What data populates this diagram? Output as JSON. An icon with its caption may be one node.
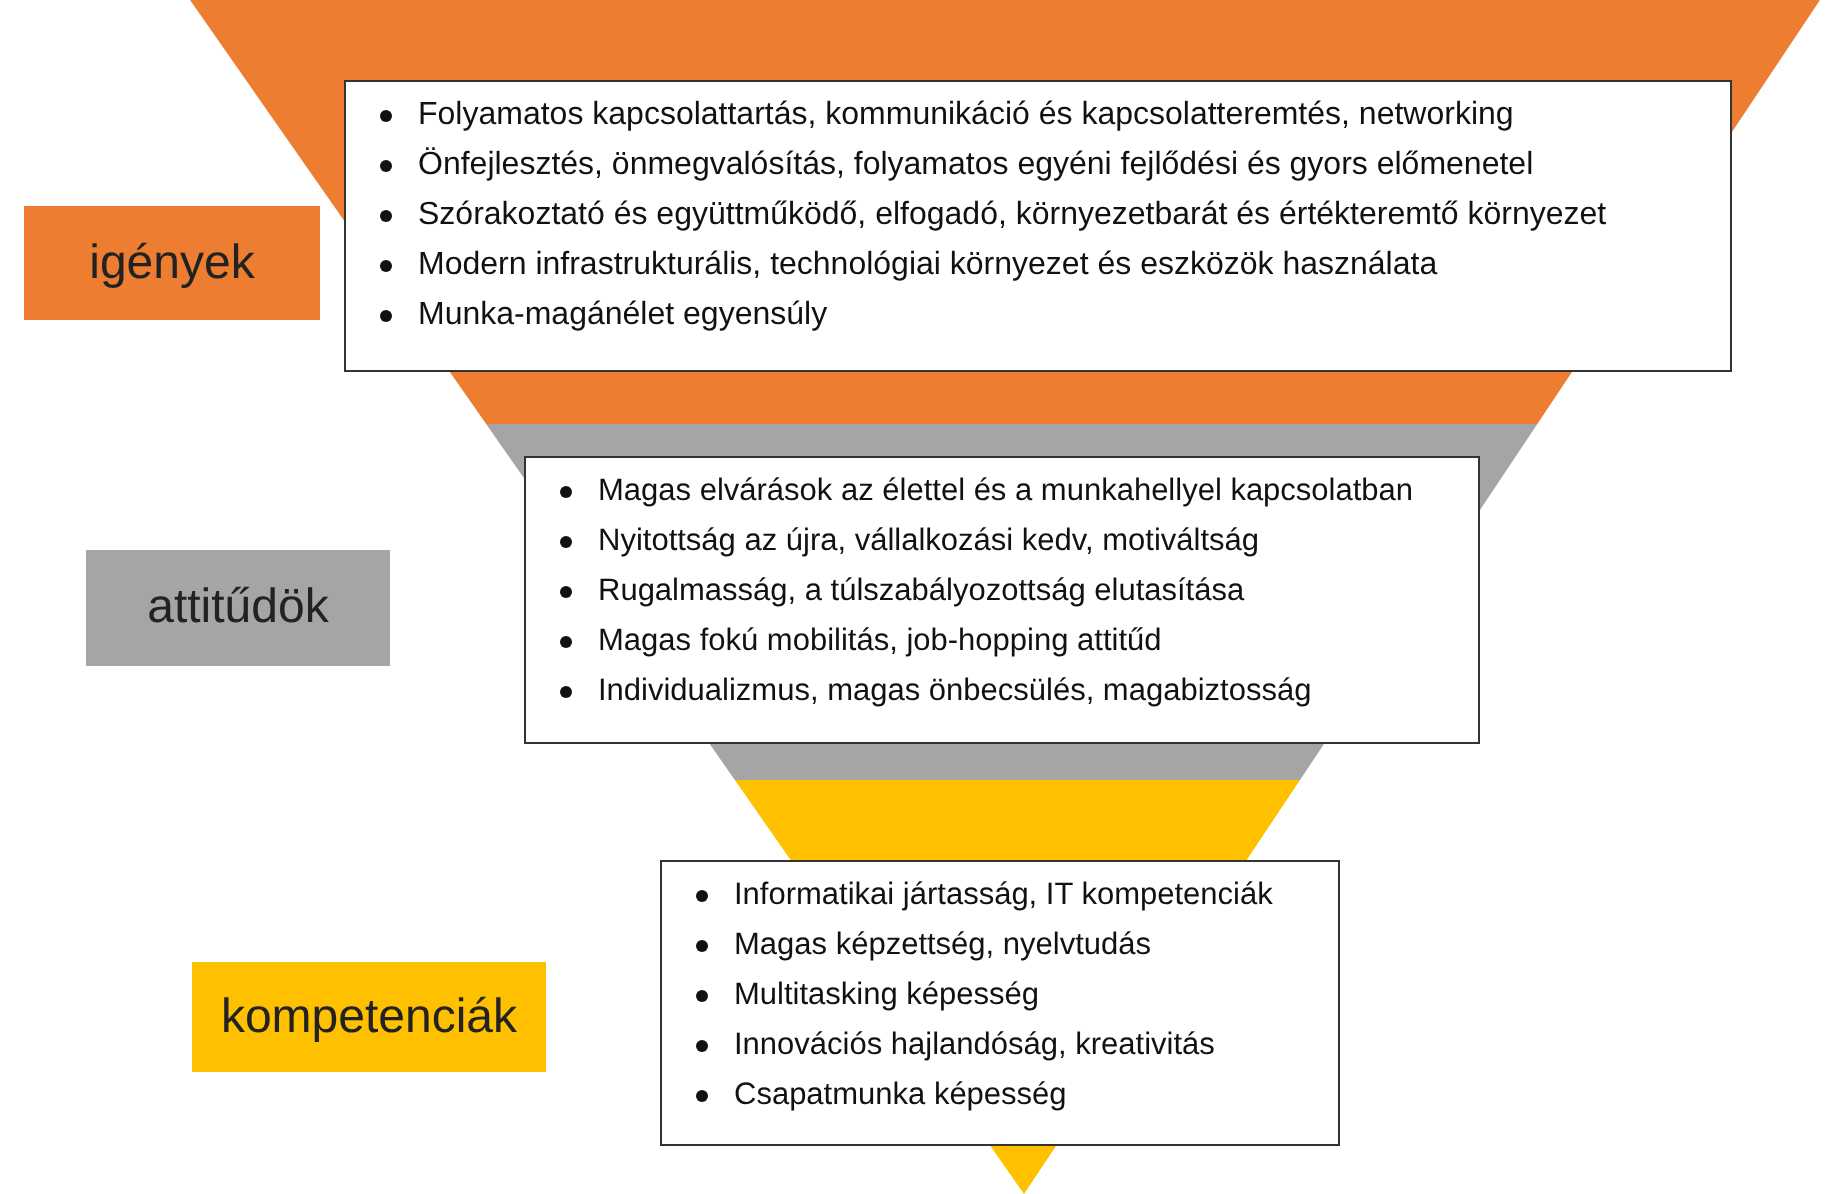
{
  "diagram": {
    "nodes": [
      {
        "text": [
          "igények"
        ]
      },
      {
        "text": [
          "Folyamatos kapcsolattartás, kommunikáció és kapcsolatteremtés, networking",
          "Önfejlesztés, önmegvalósítás, folyamatos egyéni fejlődési és gyors előmenetel",
          "Szórakoztató és együttműködő, elfogadó, környezetbarát és értékteremtő környezet",
          "Modern infrastrukturális, technológiai környezet és eszközök használata",
          "Munka-magánélet egyensúly"
        ]
      },
      {
        "text": [
          "attitűdök"
        ]
      },
      {
        "text": [
          "Magas elvárások az élettel és a munkahellyel kapcsolatban",
          "Nyitottság az újra, vállalkozási kedv, motiváltság",
          "Rugalmasság, a túlszabályozottság elutasítása",
          "Magas fokú mobilitás, job-hopping attitűd",
          "Individualizmus, magas önbecsülés, magabiztosság"
        ]
      },
      {
        "text": [
          "kompetenciák"
        ]
      },
      {
        "text": [
          "Informatikai jártasság, IT kompetenciák",
          "Magas képzettség, nyelvtudás",
          "Multitasking képesség",
          "Innovációs hajlandóság, kreativitás",
          "Csapatmunka képesség"
        ]
      }
    ]
  }
}
